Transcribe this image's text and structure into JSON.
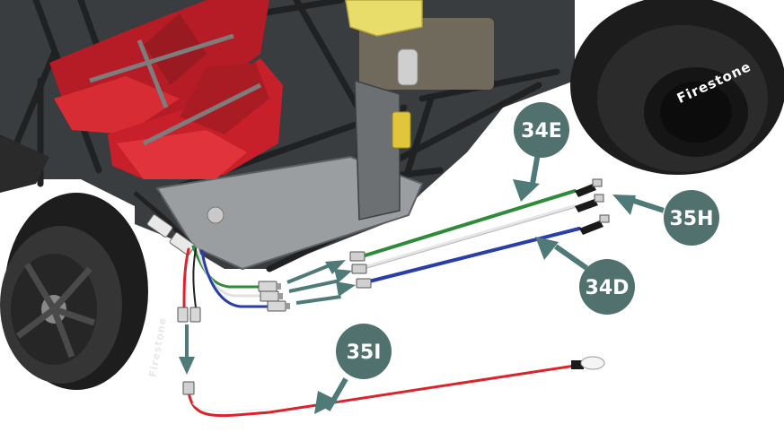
{
  "callouts": {
    "c34e": "34E",
    "c35h": "35H",
    "c34d": "34D",
    "c35i": "35I"
  },
  "tire_brand": "Firestone",
  "colors": {
    "callout_fill": "#51716f",
    "arrow": "#5b7674",
    "wire_green": "#2f8a3a",
    "wire_white": "#dcdcdc",
    "wire_blue": "#2a3ea8",
    "wire_red": "#d8242a",
    "seat_red": "#c8202a",
    "tire": "#1c1c1c",
    "chassis": "#8c8c8c",
    "battery": "#e8dd6a"
  }
}
